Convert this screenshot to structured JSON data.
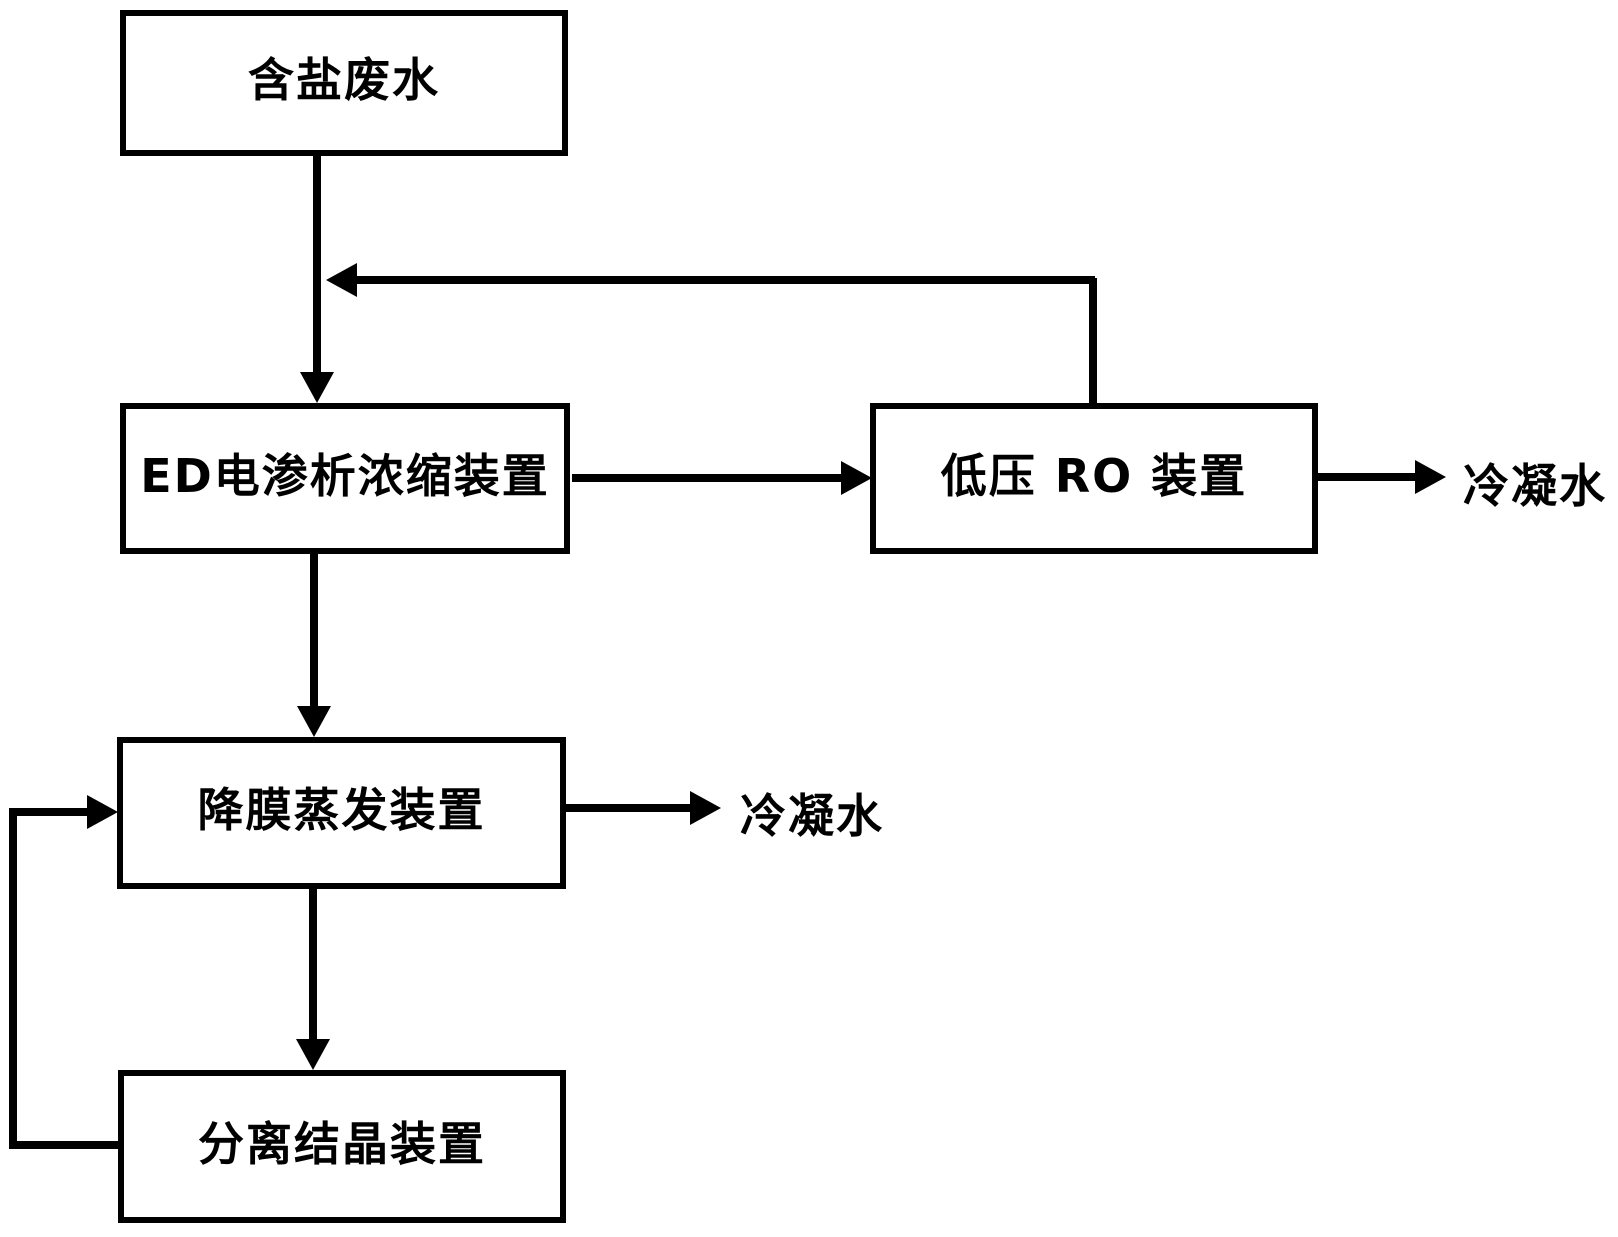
{
  "diagram": {
    "type": "process-flow-diagram",
    "background": "#ffffff",
    "line_color": "#000000",
    "nodes": {
      "wastewater": {
        "label": "含盐废水"
      },
      "ed": {
        "label": "ED电渗析浓缩装置"
      },
      "ro": {
        "label": "低压 RO 装置"
      },
      "evaporator": {
        "label": "降膜蒸发装置"
      },
      "crystallizer": {
        "label": "分离结晶装置"
      }
    },
    "outputs": {
      "ro_condensate": {
        "label": "冷凝水"
      },
      "evap_condensate": {
        "label": "冷凝水"
      }
    },
    "edges": [
      {
        "from": "wastewater",
        "to": "ed",
        "style": "straight-down"
      },
      {
        "from": "ro",
        "to": "wastewater-ed-feed-line",
        "style": "recycle-up-left"
      },
      {
        "from": "ed",
        "to": "ro",
        "style": "straight-right"
      },
      {
        "from": "ro",
        "to": "ro_condensate",
        "style": "straight-right"
      },
      {
        "from": "ed",
        "to": "evaporator",
        "style": "straight-down"
      },
      {
        "from": "evaporator",
        "to": "evap_condensate",
        "style": "straight-right"
      },
      {
        "from": "evaporator",
        "to": "crystallizer",
        "style": "straight-down"
      },
      {
        "from": "crystallizer",
        "to": "evaporator",
        "style": "recycle-left-up"
      }
    ]
  }
}
